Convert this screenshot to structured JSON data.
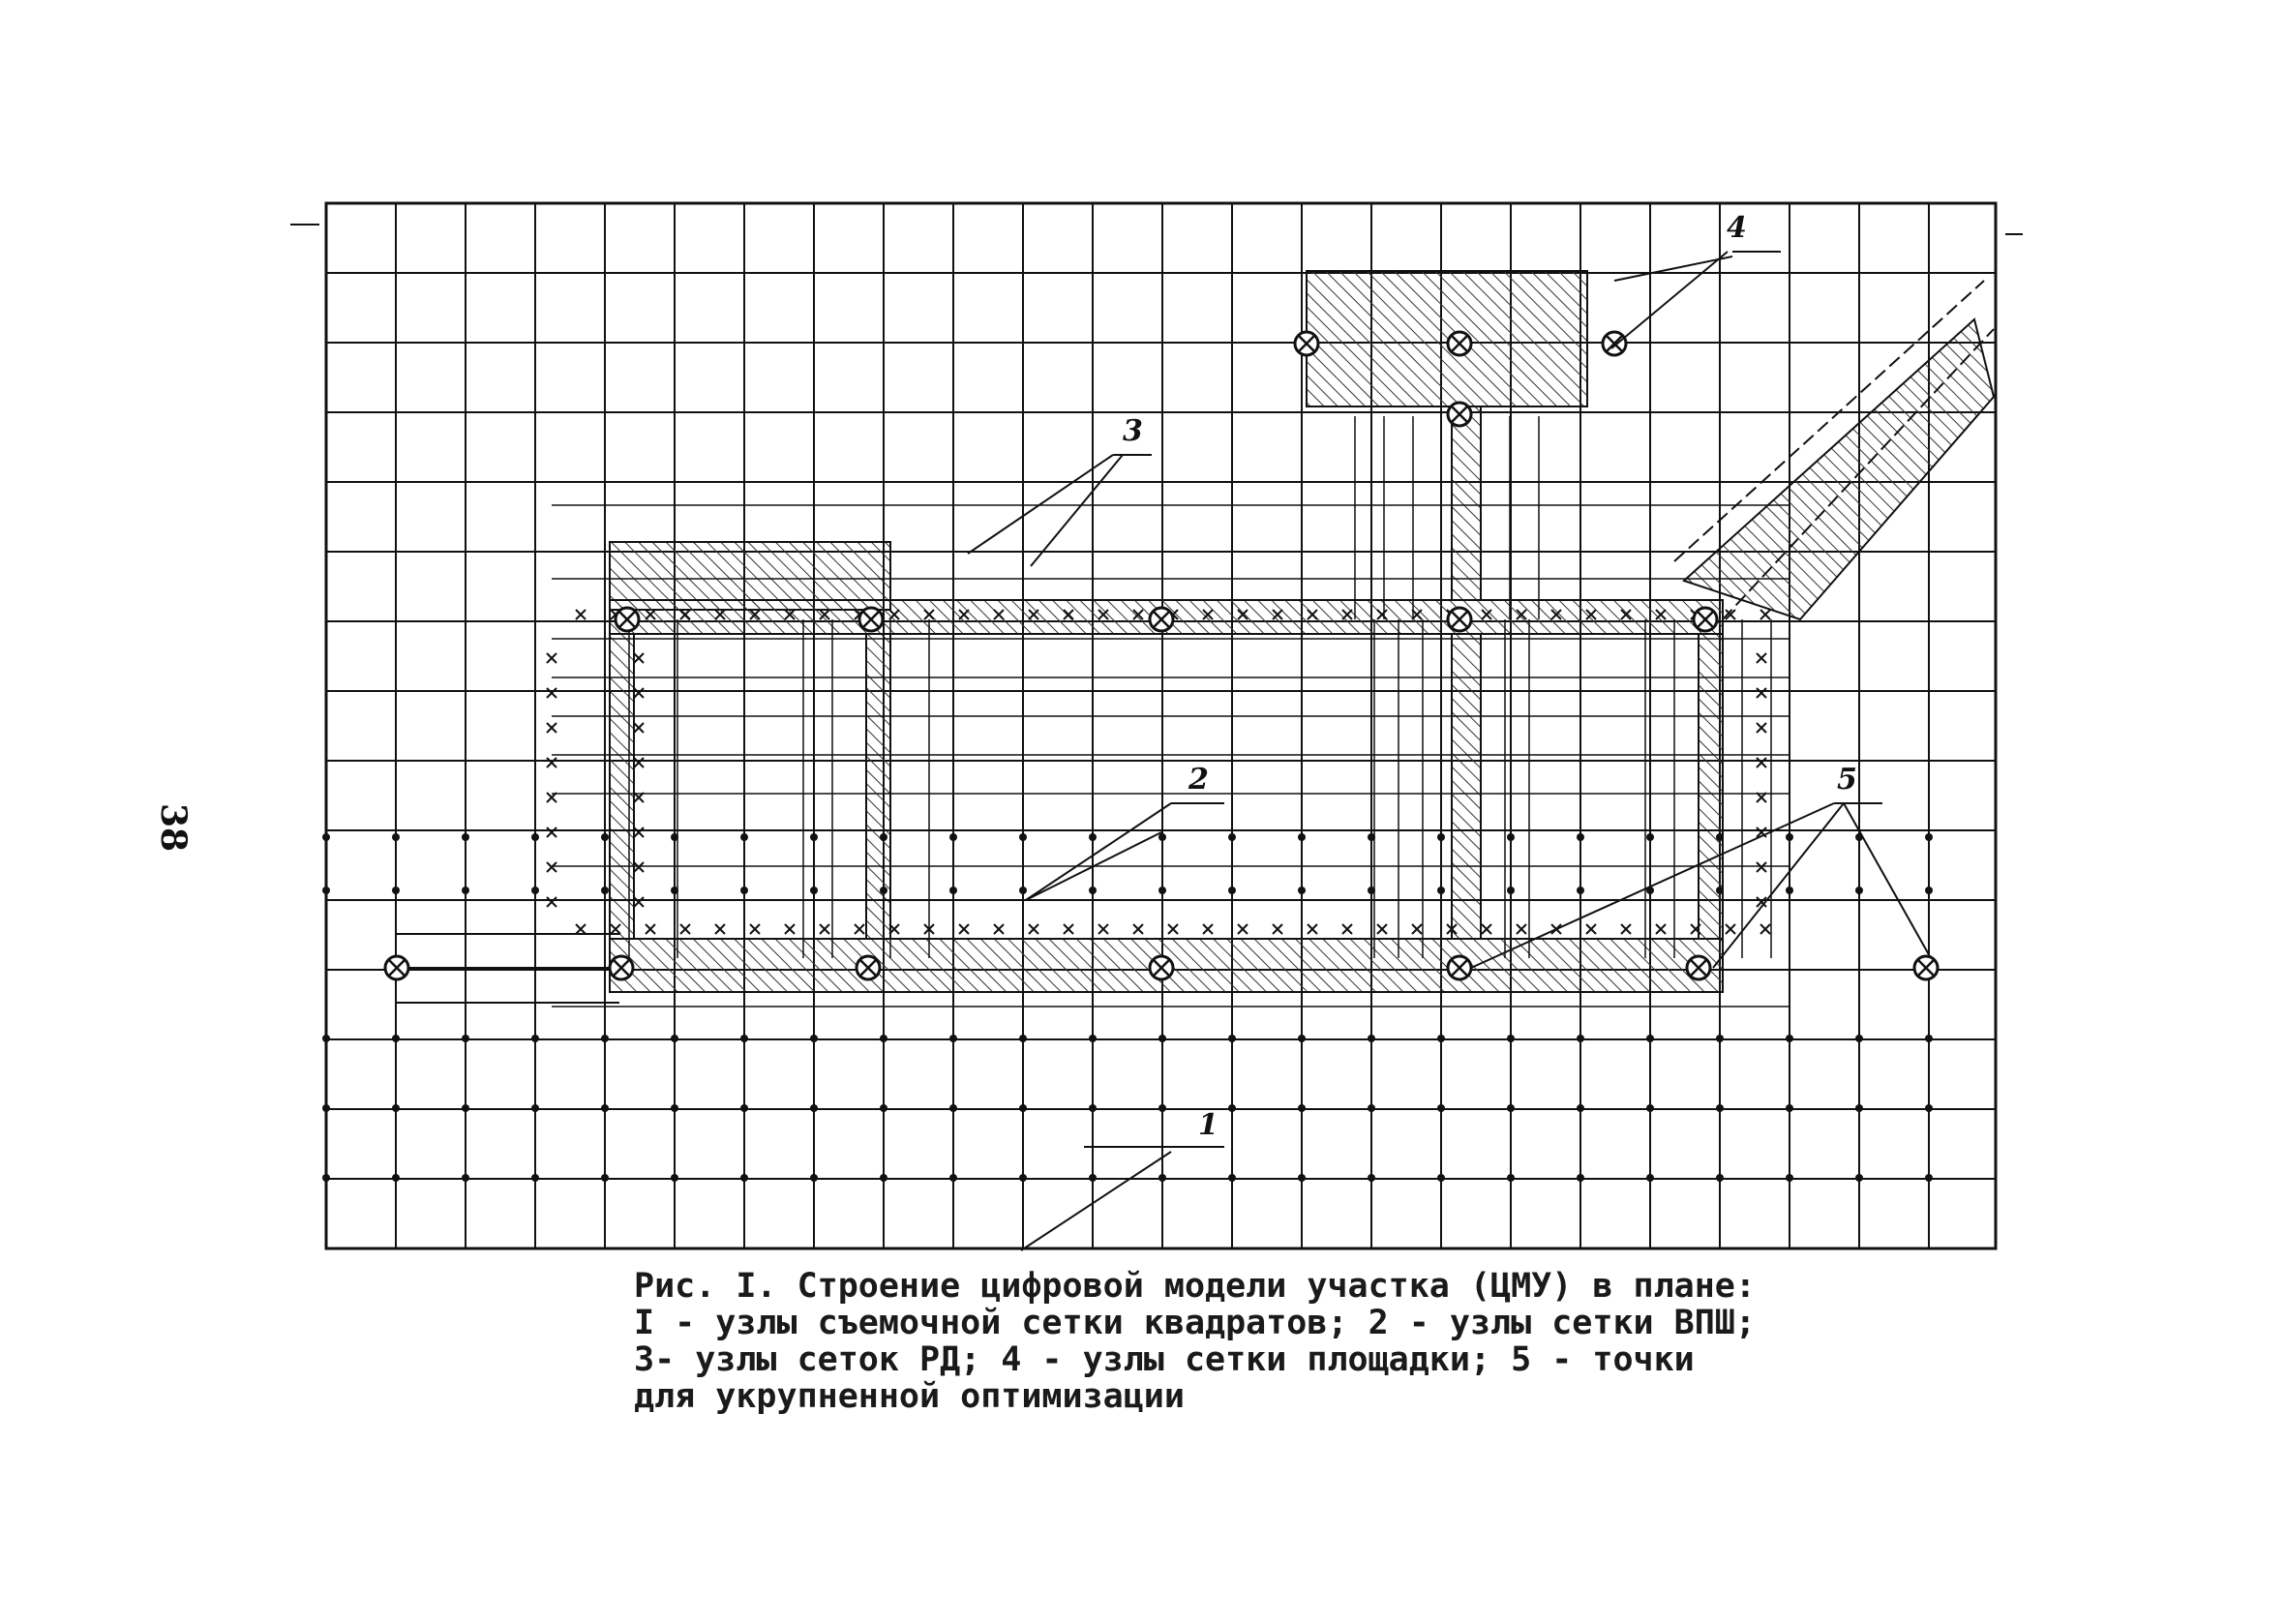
{
  "page_number": "38",
  "caption": {
    "line1": "Рис. I. Строение цифровой модели участка (ЦМУ) в плане:",
    "line2": "I - узлы съемочной сетки квадратов; 2 - узлы сетки ВПШ;",
    "line3": "3- узлы сеток РД; 4 - узлы сетки площадки; 5 - точки",
    "line4": "для укрупненной оптимизации"
  },
  "callouts": {
    "c1": "1",
    "c2": "2",
    "c3": "3",
    "c4": "4",
    "c5": "5"
  },
  "colors": {
    "ink": "#111111",
    "paper": "#ffffff",
    "hatch": "#333333"
  },
  "icons": {
    "node_cross": "crossed-circle-node",
    "grid_dot": "dot-node",
    "grid_x": "x-node"
  }
}
